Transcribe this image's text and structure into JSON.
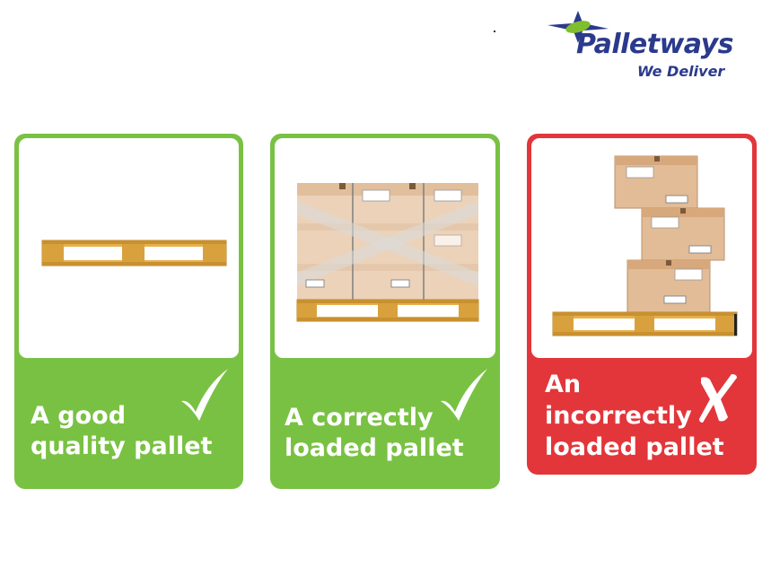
{
  "brand": {
    "name": "Palletways",
    "tagline": "We Deliver"
  },
  "cards": [
    {
      "caption_line1": "A good",
      "caption_line2": "quality pallet",
      "mark": "check-icon",
      "color": "#79c143"
    },
    {
      "caption_line1": "A correctly",
      "caption_line2": "loaded pallet",
      "mark": "check-icon",
      "color": "#79c143"
    },
    {
      "caption_line1": "An",
      "caption_line2": "incorrectly",
      "caption_line3": "loaded pallet",
      "mark": "cross-icon",
      "color": "#e2363a"
    }
  ],
  "colors": {
    "green": "#79c143",
    "red": "#e2363a",
    "brand_blue": "#2b3a8c",
    "brand_green": "#7fbf2e",
    "pallet_wood": "#e8b04a"
  }
}
